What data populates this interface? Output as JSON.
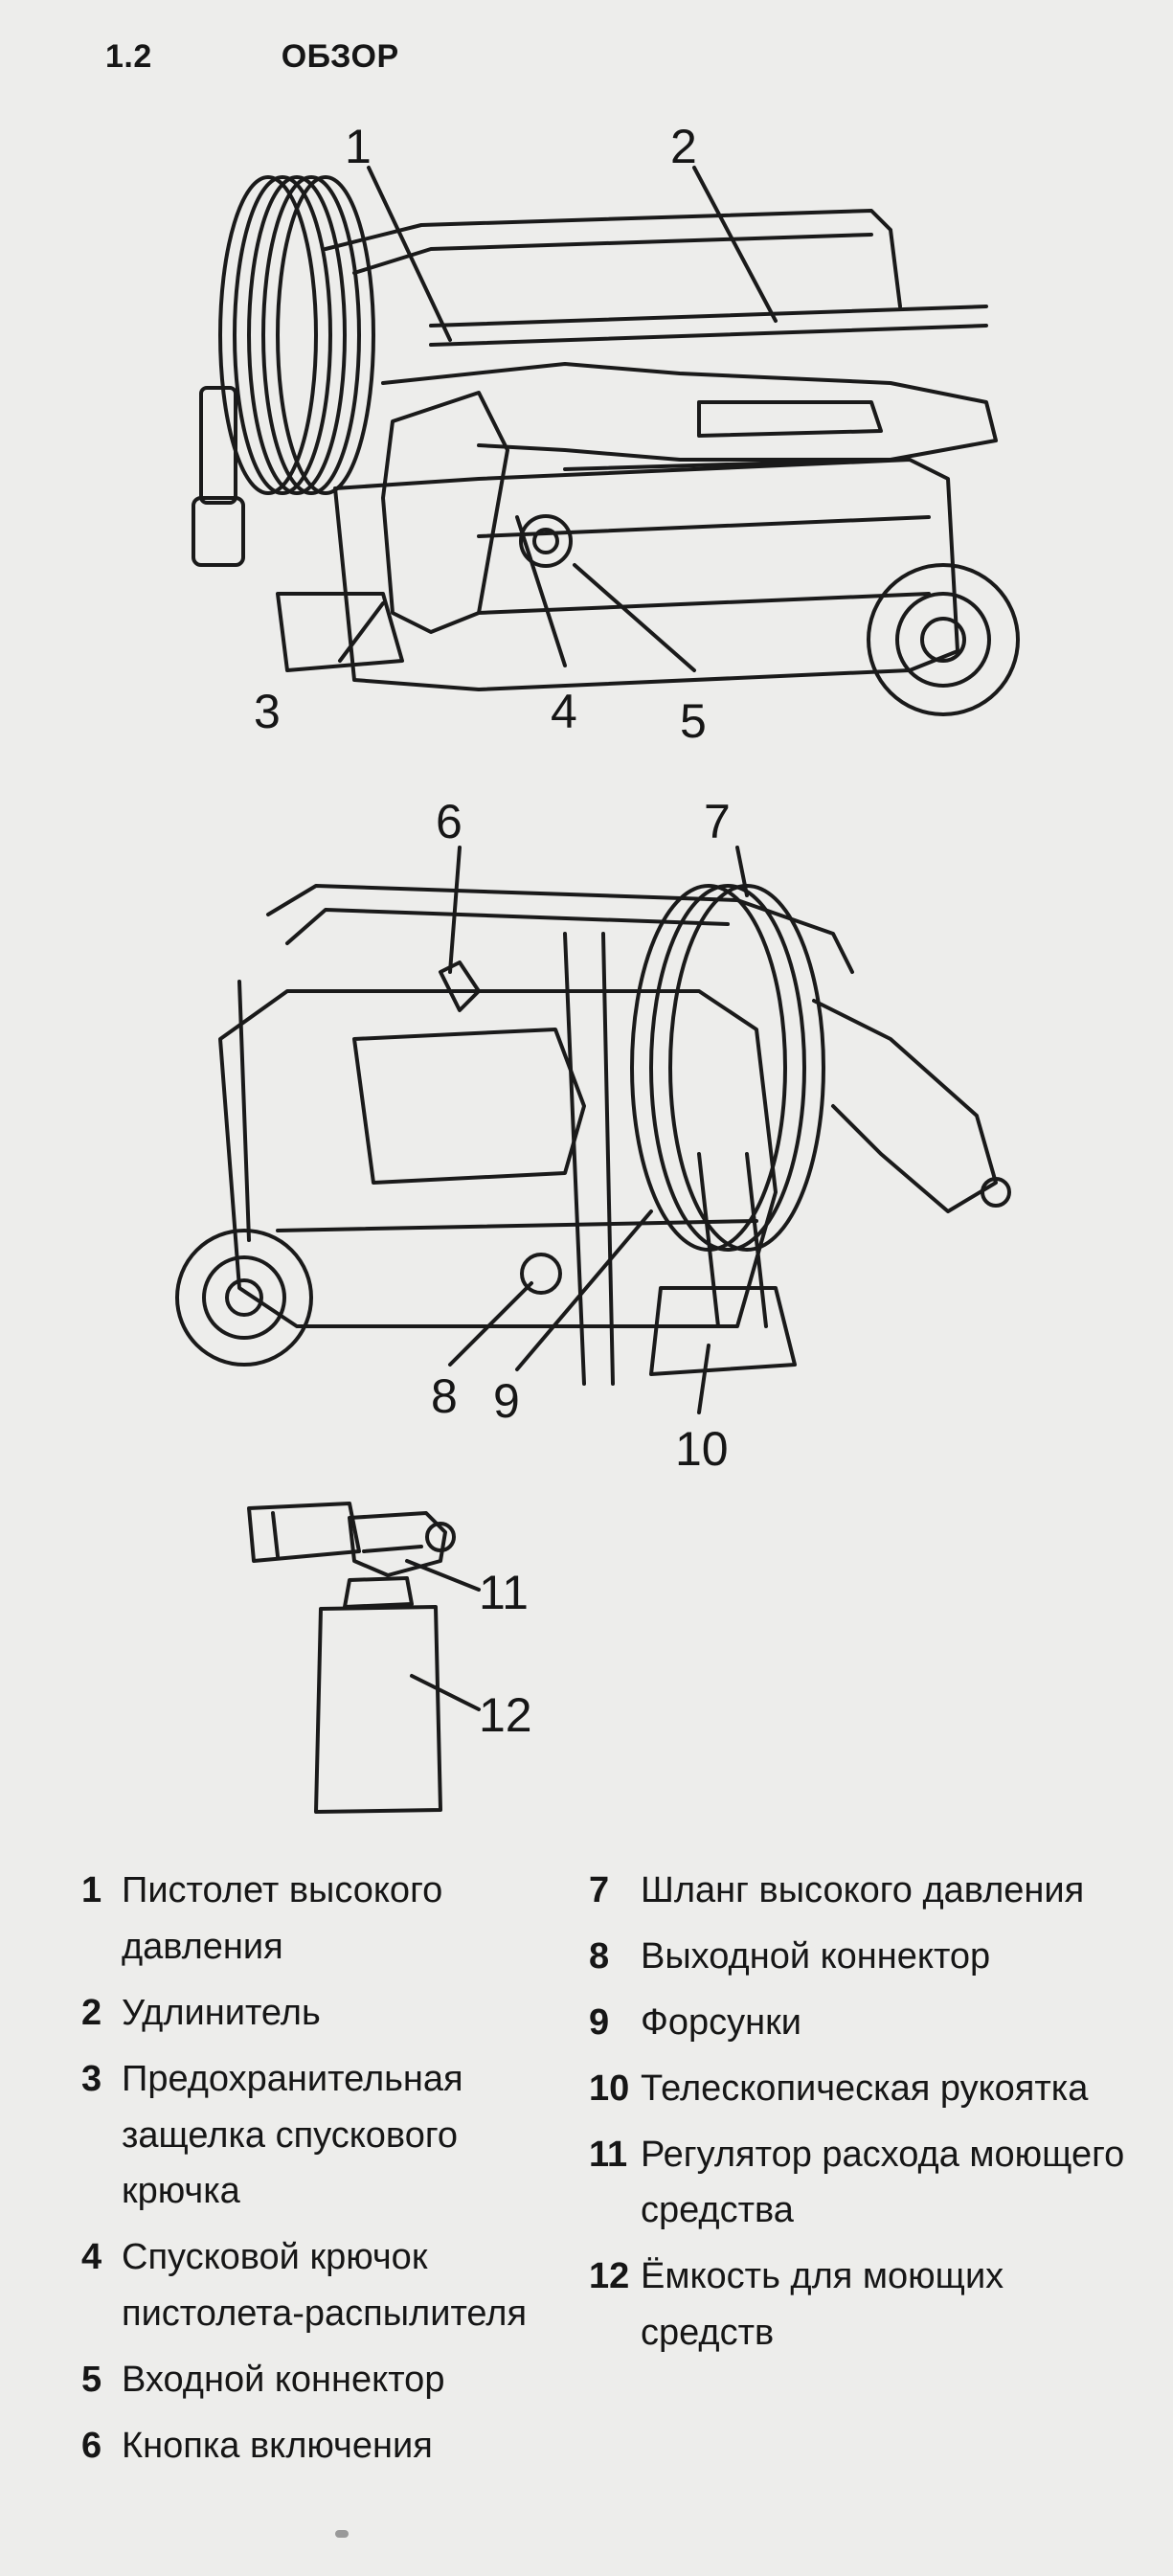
{
  "header": {
    "section_number": "1.2",
    "section_title": "ОБЗОР"
  },
  "figures": {
    "top": {
      "callouts": [
        "1",
        "2",
        "3",
        "4",
        "5"
      ]
    },
    "middle": {
      "callouts": [
        "6",
        "7",
        "8",
        "9",
        "10"
      ]
    },
    "bottom": {
      "callouts": [
        "11",
        "12"
      ]
    }
  },
  "legend": {
    "left": [
      {
        "num": "1",
        "text": "Пистолет высокого давления"
      },
      {
        "num": "2",
        "text": "Удлинитель"
      },
      {
        "num": "3",
        "text": "Предохранительная защелка спускового крючка"
      },
      {
        "num": "4",
        "text": "Спусковой крючок пистолета-распылителя"
      },
      {
        "num": "5",
        "text": "Входной коннектор"
      },
      {
        "num": "6",
        "text": "Кнопка включения"
      }
    ],
    "right": [
      {
        "num": "7",
        "text": "Шланг высокого давления"
      },
      {
        "num": "8",
        "text": "Выходной коннектор"
      },
      {
        "num": "9",
        "text": "Форсунки"
      },
      {
        "num": "10",
        "text": "Телескопическая рукоятка"
      },
      {
        "num": "11",
        "text": "Регулятор расхода моющего средства"
      },
      {
        "num": "12",
        "text": "Ёмкость для моющих средств"
      }
    ]
  }
}
